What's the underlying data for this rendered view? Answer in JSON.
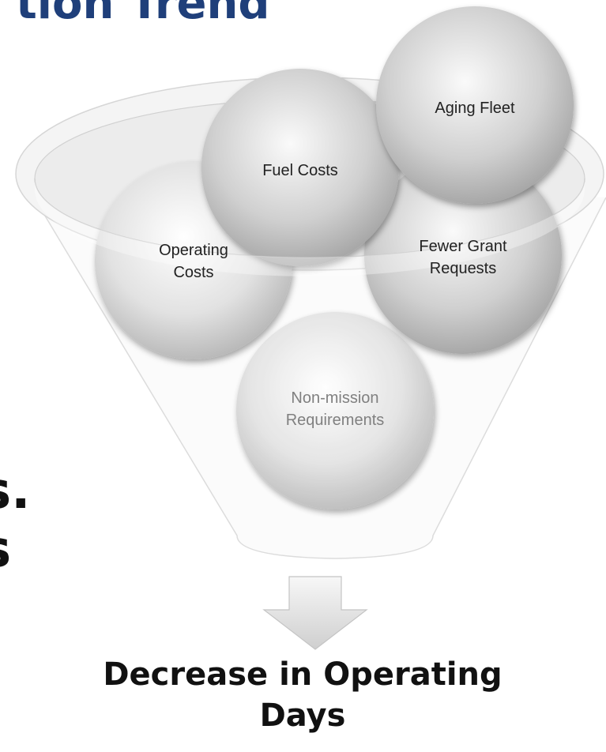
{
  "title_fragment": "tion Trend",
  "side_fragments": [
    "s.",
    "s"
  ],
  "factors": [
    {
      "label": "Aging Fleet"
    },
    {
      "label": "Fuel Costs"
    },
    {
      "label": "Operating\nCosts"
    },
    {
      "label": "Fewer Grant\nRequests"
    },
    {
      "label": "Non-mission\nRequirements"
    }
  ],
  "result": "Decrease in Operating\nDays",
  "colors": {
    "title": "#1f3f7a",
    "bubble": "#d4d4d4",
    "funnel_line": "#d9d9d9",
    "arrow": "#e2e2e2"
  }
}
